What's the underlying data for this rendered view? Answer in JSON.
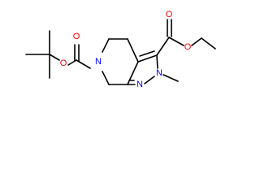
{
  "diagram": {
    "type": "chemical-structure",
    "background_color": "#ffffff",
    "bond_color": "#000000",
    "atom_colors": {
      "O": "#ff0000",
      "N": "#0000ff"
    },
    "atom_labels": {
      "o_boc_carbonyl": "O",
      "o_boc_ester": "O",
      "n_ring": "N",
      "n_pyrazole_1": "N",
      "n_pyrazole_2": "N",
      "o_ester_carbonyl": "O",
      "o_ester_alkoxy": "O"
    }
  }
}
